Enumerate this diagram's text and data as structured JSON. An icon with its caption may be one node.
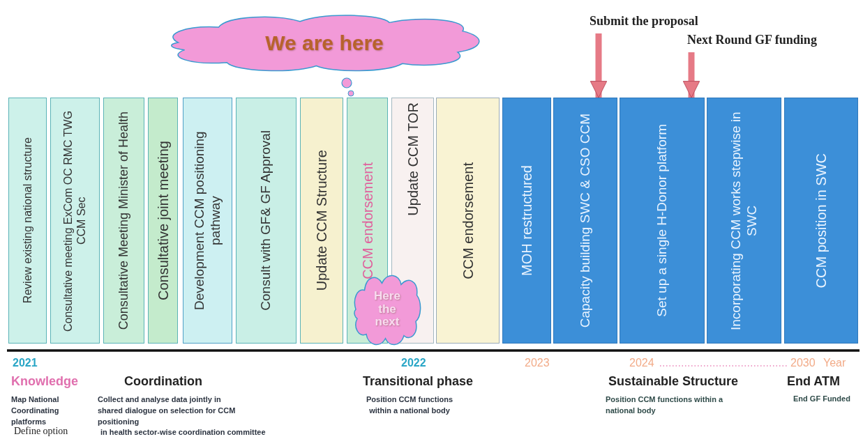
{
  "diagram": {
    "nodes": [
      {
        "text": [
          "We are here"
        ]
      },
      {
        "text": [
          "Submit the proposal"
        ]
      },
      {
        "text": [
          "Next Round GF funding"
        ]
      },
      {
        "text": [
          "Review existing national structure"
        ]
      },
      {
        "text": [
          "Consultative meeting ExCom OC RMC TWG CCM Sec"
        ]
      },
      {
        "text": [
          "Consultative Meeting Minister of Health"
        ]
      },
      {
        "text": [
          "Consultative joint meeting"
        ]
      },
      {
        "text": [
          "Development CCM positioning pathway"
        ]
      },
      {
        "text": [
          "Consult with GF& GF Approval"
        ]
      },
      {
        "text": [
          "Update CCM Structure"
        ]
      },
      {
        "text": [
          "CCM endorsement"
        ]
      },
      {
        "text": [
          "Update CCM TOR"
        ]
      },
      {
        "text": [
          "CCM endorsement"
        ]
      },
      {
        "text": [
          "MOH restructured"
        ]
      },
      {
        "text": [
          "Capacity building  SWC & CSO CCM"
        ]
      },
      {
        "text": [
          "Set up a single H-Donor platform"
        ]
      },
      {
        "text": [
          "Incorporating CCM works stepwise in SWC"
        ]
      },
      {
        "text": [
          "CCM position in SWC"
        ]
      },
      {
        "text": [
          "Here the next"
        ]
      }
    ],
    "edges": [
      {
        "from": 1,
        "to": 14,
        "arrow": "to"
      },
      {
        "from": 2,
        "to": 15,
        "arrow": "to"
      }
    ],
    "labels": [
      "2021",
      "Knowledge",
      "Map National Coordinating platforms",
      "Define option",
      "Coordination",
      "Collect and analyse data jointly in shared dialogue on selection for CCM positioning",
      "in health sector-wise coordination committee",
      "2022",
      "Transitional phase",
      "Position CCM functions within a national body",
      "2023",
      "2024",
      "2030",
      "Year",
      "Sustainable Structure",
      "Position CCM functions within a national body",
      "End ATM",
      "End GF Funded"
    ]
  }
}
